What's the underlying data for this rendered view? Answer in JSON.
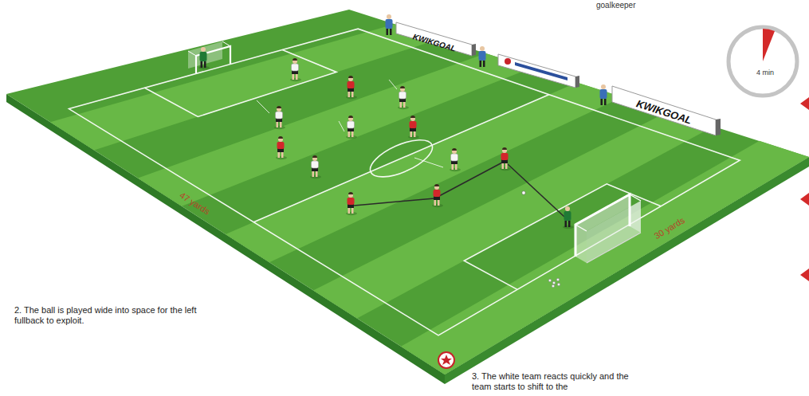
{
  "diagram": {
    "labels": [
      "goalkeeper",
      "KWIKGOAL",
      "KWIKGOAL",
      "4 min",
      "47 yards",
      "30 yards",
      "2. The ball is played wide into space for the left fullback to exploit.",
      "3. The white team reacts quickly and the team starts to shift to the"
    ]
  }
}
